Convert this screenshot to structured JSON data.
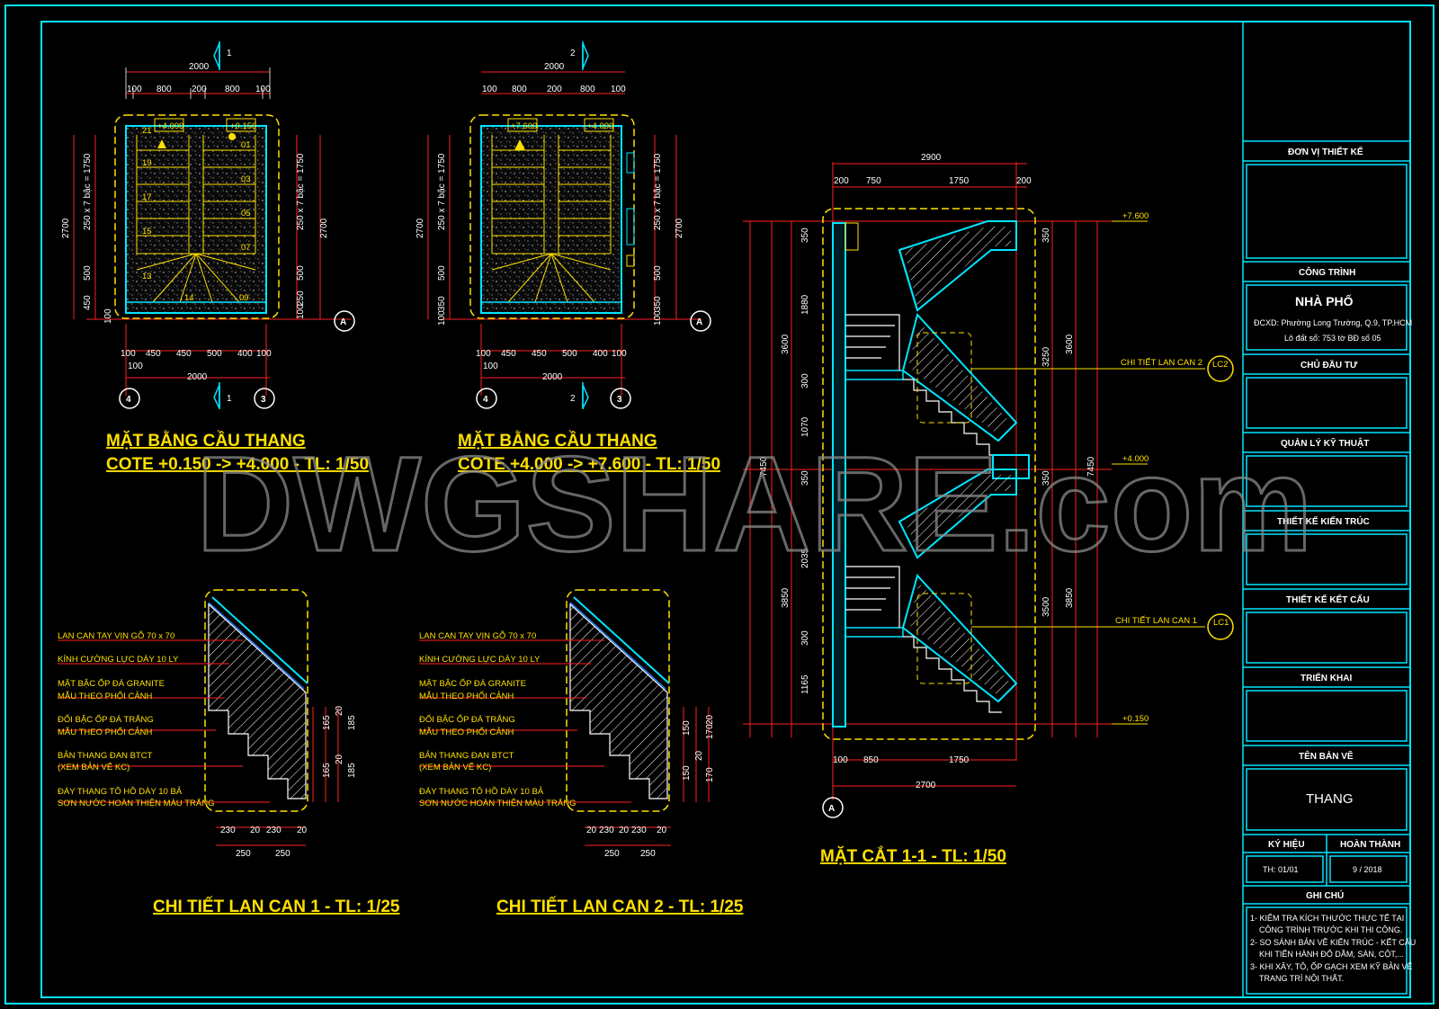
{
  "watermark": "DWGSHARE.com",
  "plan1": {
    "title": "MẶT BẰNG CẦU THANG",
    "subtitle": "COTE +0.150 -> +4.000 - TL: 1/50",
    "top_total": "2000",
    "top_dims": [
      "100",
      "800",
      "200",
      "800",
      "100"
    ],
    "bottom_dims": [
      "100",
      "450",
      "450",
      "500",
      "400",
      "100"
    ],
    "bottom_sub": "100",
    "bottom_total": "2000",
    "left_dims": [
      "250 x 7 bậc = 1750",
      "500",
      "450",
      "100"
    ],
    "left_total": "2700",
    "right_dims": [
      "250 x 7 bậc = 1750",
      "500",
      "250",
      "100"
    ],
    "right_total": "2700",
    "levels": [
      "+4.000",
      "+0.150"
    ],
    "steps_left": [
      "21",
      "19",
      "17",
      "15",
      "13"
    ],
    "steps_right": [
      "01",
      "03",
      "05",
      "07",
      "09"
    ],
    "landing_step": "14",
    "section_mark": "1",
    "axis_marks": [
      "A",
      "4",
      "3"
    ]
  },
  "plan2": {
    "title": "MẶT BẰNG CẦU THANG",
    "subtitle": "COTE +4.000 -> +7.600 - TL: 1/50",
    "top_total": "2000",
    "top_dims": [
      "100",
      "800",
      "200",
      "800",
      "100"
    ],
    "bottom_dims": [
      "100",
      "450",
      "450",
      "500",
      "400",
      "100"
    ],
    "bottom_sub": "100",
    "bottom_total": "2000",
    "left_dims": [
      "250 x 7 bậc = 1750",
      "500",
      "350",
      "100"
    ],
    "left_total": "2700",
    "right_dims": [
      "250 x 7 bậc = 1750",
      "500",
      "350",
      "100"
    ],
    "right_total": "2700",
    "levels": [
      "+7.600",
      "+4.000"
    ],
    "section_mark": "2",
    "axis_marks": [
      "A",
      "4",
      "3"
    ]
  },
  "section": {
    "title": "MẶT CẮT 1-1 - TL: 1/50",
    "top_total": "2900",
    "top_dims": [
      "200",
      "750",
      "1750",
      "200"
    ],
    "bottom_dims": [
      "100",
      "850",
      "1750"
    ],
    "bottom_total": "2700",
    "left_outer": [
      "3600",
      "3850"
    ],
    "left_total": "7450",
    "left_inner": [
      "350",
      "1880",
      "300",
      "1070",
      "350",
      "2035",
      "300",
      "1165"
    ],
    "right_dims": [
      "350",
      "3250",
      "350",
      "3500"
    ],
    "right_outer": [
      "3600",
      "3850"
    ],
    "right_total": "7450",
    "levels": [
      "+7.600",
      "+4.000",
      "+0.150"
    ],
    "callouts": [
      {
        "text": "CHI TIẾT LAN CAN 2",
        "tag": "LC2"
      },
      {
        "text": "CHI TIẾT LAN CAN 1",
        "tag": "LC1"
      }
    ],
    "axis_mark": "A"
  },
  "detail1": {
    "title": "CHI TIẾT LAN CAN 1 - TL: 1/25",
    "notes": [
      [
        "LAN CAN TAY VỊN GỖ 70 x 70"
      ],
      [
        "KÍNH CƯỜNG LỰC DÀY 10 LY"
      ],
      [
        "MẶT BẬC ỐP ĐÁ GRANITE",
        "MẪU THEO PHỐI CẢNH"
      ],
      [
        "ĐỐI BẬC ỐP ĐÁ TRẮNG",
        "MẪU THEO PHỐI CẢNH"
      ],
      [
        "BẢN THANG ĐAN BTCT",
        "(XEM BẢN VẼ KC)"
      ],
      [
        "ĐÁY THANG TÔ HỒ DÀY 10 BẢ",
        "SƠN NƯỚC HOÀN THIỆN MÀU TRẮNG"
      ]
    ],
    "v_dims": [
      "20",
      "165",
      "165",
      "185",
      "20",
      "185"
    ],
    "h_dims": [
      "230",
      "20",
      "230",
      "20"
    ],
    "h_dims2": [
      "250",
      "250"
    ]
  },
  "detail2": {
    "title": "CHI TIẾT LAN CAN 2 - TL: 1/25",
    "notes": [
      [
        "LAN CAN TAY VỊN GỖ 70 x 70"
      ],
      [
        "KÍNH CƯỜNG LỰC DÀY 10 LY"
      ],
      [
        "MẶT BẬC ỐP ĐÁ GRANITE",
        "MẪU THEO PHỐI CẢNH"
      ],
      [
        "ĐỐI BẬC ỐP ĐÁ TRẮNG",
        "MẪU THEO PHỐI CẢNH"
      ],
      [
        "BẢN THANG ĐAN BTCT",
        "(XEM BẢN VẼ KC)"
      ],
      [
        "ĐÁY THANG TÔ HỒ DÀY 10 BẢ",
        "SƠN NƯỚC HOÀN THIỆN MÀU TRẮNG"
      ]
    ],
    "v_dims": [
      "20",
      "150",
      "150",
      "170",
      "20",
      "170"
    ],
    "h_dims": [
      "20",
      "230",
      "20",
      "230",
      "20"
    ],
    "h_dims2": [
      "250",
      "250"
    ]
  },
  "title_block": {
    "designer_label": "ĐƠN VỊ THIẾT KẾ",
    "project_label": "CÔNG TRÌNH",
    "project_name": "NHÀ PHỐ",
    "project_addr1": "ĐCXD:   Phường Long Trường, Q.9, TP.HCM",
    "project_addr2": "Lô đất số: 753 tờ BĐ số 05",
    "owner_label": "CHỦ ĐẦU TƯ",
    "tech_label": "QUẢN LÝ KỸ THUẬT",
    "arch_label": "THIẾT KẾ KIẾN TRÚC",
    "struct_label": "THIẾT KẾ KẾT CẤU",
    "deploy_label": "TRIỂN KHAI",
    "drawing_label": "TÊN BẢN VẼ",
    "drawing_name": "THANG",
    "code_label": "KÝ HIỆU",
    "done_label": "HOÀN THÀNH",
    "code_value": "TH: 01/01",
    "done_value": "9 / 2018",
    "notes_label": "GHI CHÚ",
    "notes": [
      "1- KIỂM TRA KÍCH THƯỚC THỰC TẾ TẠI",
      "CÔNG TRÌNH TRƯỚC KHI THI CÔNG.",
      "2- SO SÁNH BẢN VẼ KIẾN TRÚC - KẾT CẤU",
      "KHI TIẾN HÀNH ĐỔ DẦM, SÀN, CỘT,...",
      "3- KHI XÂY, TÔ, ỐP GẠCH XEM KỸ BẢN VẼ",
      "TRANG TRÍ NỘI THẤT."
    ]
  },
  "colors": {
    "bg": "#000000",
    "cyan": "#00e5ff",
    "yellow": "#ffe000",
    "red": "#ff2020",
    "white": "#ffffff",
    "blue": "#2080ff"
  }
}
